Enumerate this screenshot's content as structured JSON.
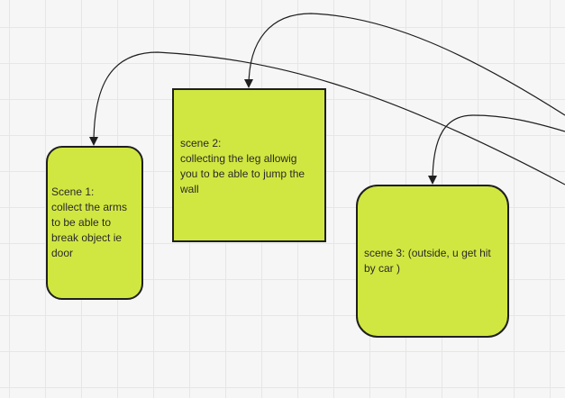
{
  "diagram": {
    "node_fill": "#d1e741",
    "node_border": "#1f1f1f",
    "connector_color": "#1f1f1f",
    "nodes": [
      {
        "id": "scene1",
        "label": "Scene 1:\ncollect the arms\nto be able to\nbreak object ie\ndoor"
      },
      {
        "id": "scene2",
        "label": "scene 2:\ncollecting the leg allowig\nyou to be able to jump the\nwall"
      },
      {
        "id": "scene3",
        "label": "scene 3: (outside, u get hit\nby car )"
      }
    ],
    "connectors": [
      {
        "to": "scene1",
        "from": "offscreen-right"
      },
      {
        "to": "scene2",
        "from": "offscreen-right"
      },
      {
        "to": "scene3",
        "from": "offscreen-right"
      }
    ]
  }
}
